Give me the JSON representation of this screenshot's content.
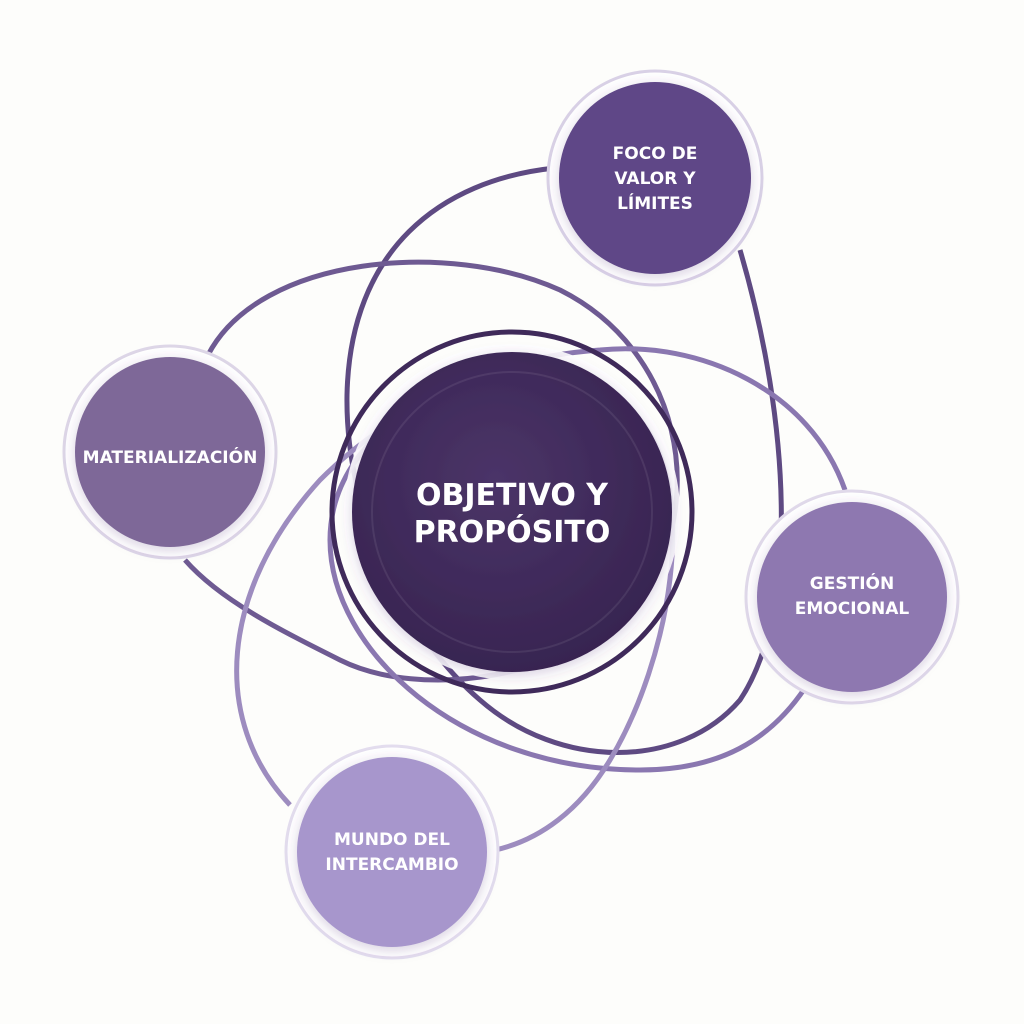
{
  "center": {
    "lines": [
      "OBJETIVO Y",
      "PROPÓSITO"
    ],
    "color": "#3f2a5a"
  },
  "nodes": [
    {
      "id": "foco",
      "lines": [
        "FOCO DE",
        "VALOR Y",
        "LÍMITES"
      ],
      "color": "#5e4787"
    },
    {
      "id": "materializacion",
      "lines": [
        "MATERIALIZACIÓN"
      ],
      "color": "#7e6898"
    },
    {
      "id": "gestion",
      "lines": [
        "GESTIÓN",
        "EMOCIONAL"
      ],
      "color": "#8e78b0"
    },
    {
      "id": "mundo",
      "lines": [
        "MUNDO DEL",
        "INTERCAMBIO"
      ],
      "color": "#a796cc"
    }
  ],
  "colors": {
    "background": "#fdfdfb",
    "orbit_dark": "#5e4a82",
    "orbit_medium": "#6e5a92",
    "orbit_light": "#9d8cbf"
  }
}
